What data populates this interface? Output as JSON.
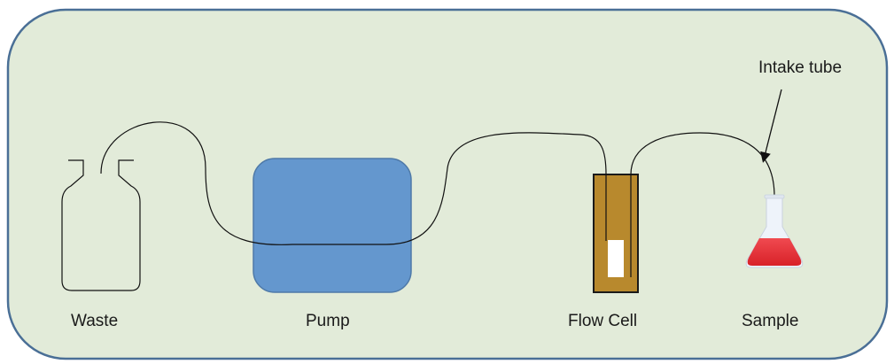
{
  "labels": {
    "waste": "Waste",
    "pump": "Pump",
    "flow_cell": "Flow Cell",
    "sample": "Sample",
    "intake_tube": "Intake tube"
  },
  "colors": {
    "panel_fill": "#e2ebd9",
    "panel_border": "#4a6f96",
    "pump_fill": "#6497ce",
    "pump_border": "#4e79a8",
    "flow_cell_fill": "#b8892d",
    "flow_cell_border": "#1a1a1a",
    "sample_liquid": "#e8323a",
    "flask_glass": "#eef3fa",
    "tube": "#111111"
  },
  "icons": {
    "waste": "waste-bottle-icon",
    "pump": "pump-box",
    "flow_cell": "flow-cell-icon",
    "sample": "erlenmeyer-flask-icon"
  }
}
